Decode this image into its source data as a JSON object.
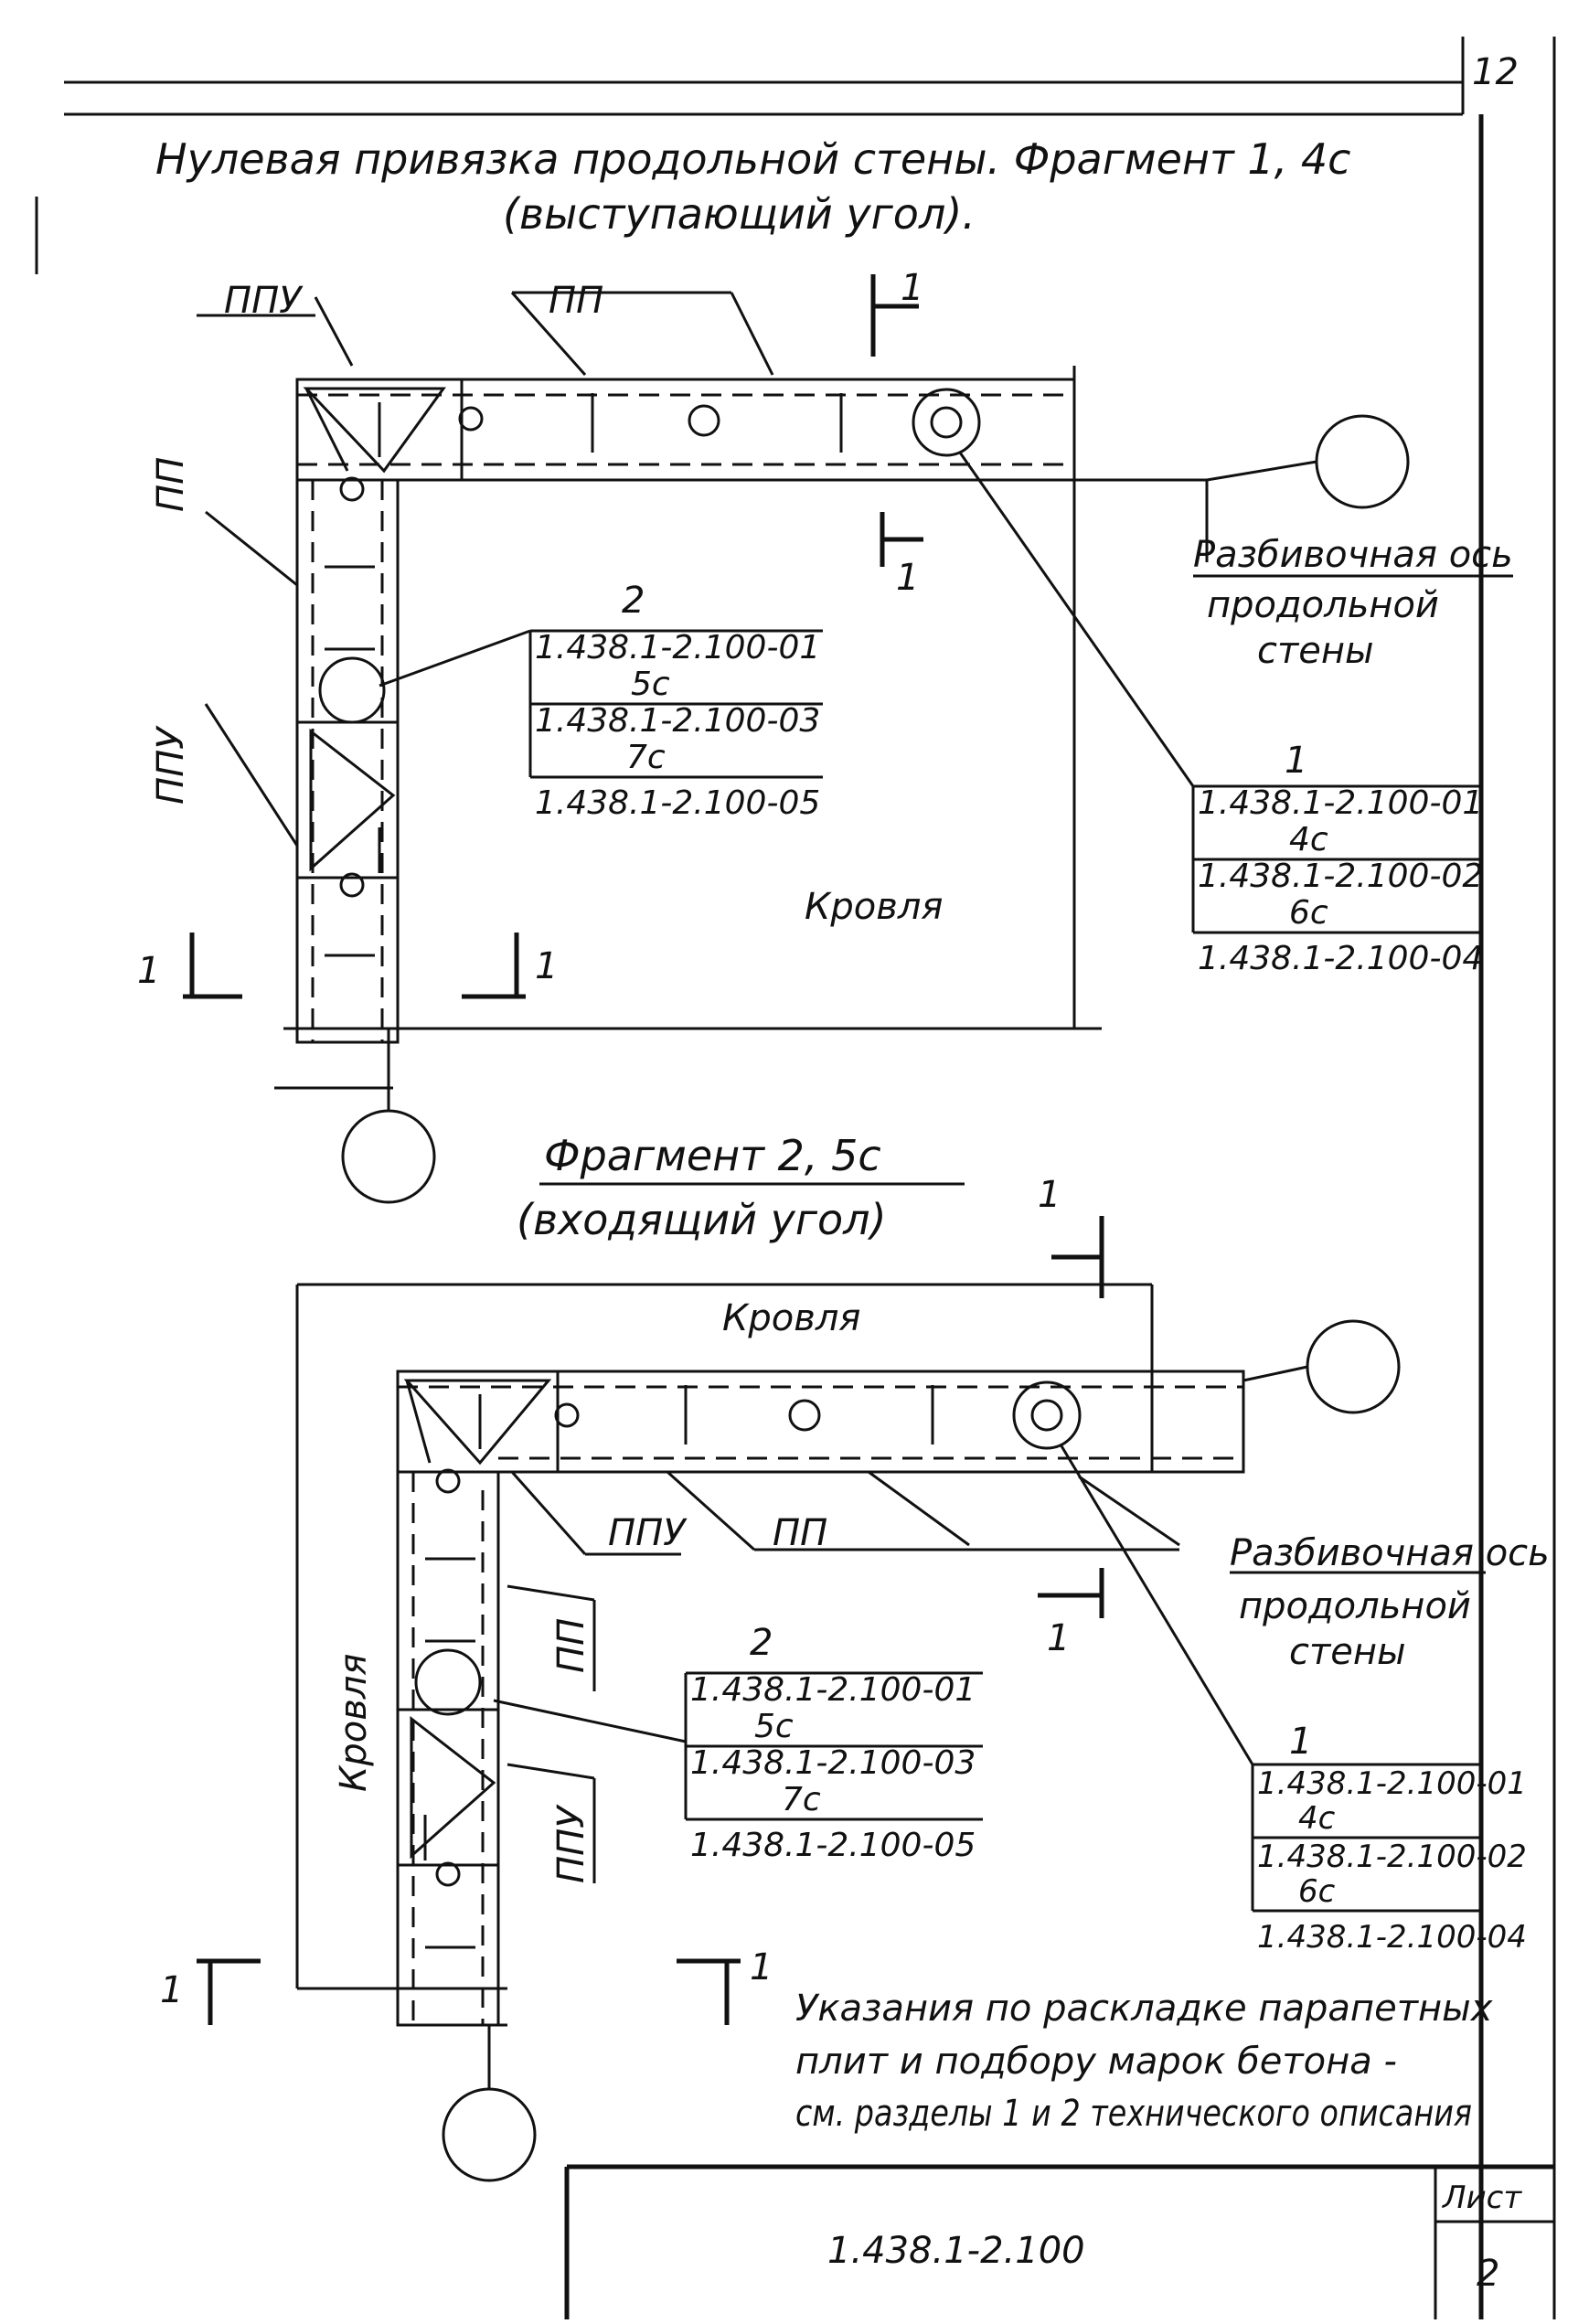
{
  "sheet": {
    "corner_number": "12",
    "title_line1": "Нулевая привязка продольной стены. Фрагмент 1, 4с",
    "title_line2": "(выступающий угол).",
    "list_label": "Лист",
    "list_number": "2",
    "doc_code": "1.438.1-2.100"
  },
  "fragment1": {
    "label_ppu_top": "ППУ",
    "label_pp_top": "ПП",
    "label_pp_left": "ПП",
    "label_ppu_left": "ППУ",
    "section_mark": "1",
    "axis_label_line1": "Разбивочная ось",
    "axis_label_line2": "продольной",
    "axis_label_line3": "стены",
    "roof_label": "Кровля",
    "callout_left": {
      "number": "2",
      "rows": [
        "1.438.1-2.100-01",
        "5с",
        "1.438.1-2.100-03",
        "7с",
        "1.438.1-2.100-05"
      ]
    },
    "callout_right": {
      "number": "1",
      "rows": [
        "1.438.1-2.100-01",
        "4с",
        "1.438.1-2.100-02",
        "6с",
        "1.438.1-2.100-04"
      ]
    }
  },
  "fragment2": {
    "title_line1": "Фрагмент 2, 5с",
    "title_line2": "(входящий угол)",
    "roof_label_top": "Кровля",
    "roof_label_side": "Кровля",
    "label_ppu": "ППУ",
    "label_pp": "ПП",
    "label_pp_vert": "ПП",
    "label_ppu_vert": "ППУ",
    "section_mark": "1",
    "axis_label_line1": "Разбивочная ось",
    "axis_label_line2": "продольной",
    "axis_label_line3": "стены",
    "callout_left": {
      "number": "2",
      "rows": [
        "1.438.1-2.100-01",
        "5с",
        "1.438.1-2.100-03",
        "7с",
        "1.438.1-2.100-05"
      ]
    },
    "callout_right": {
      "number": "1",
      "rows": [
        "1.438.1-2.100-01",
        "4с",
        "1.438.1-2.100-02",
        "6с",
        "1.438.1-2.100-04"
      ]
    }
  },
  "note": {
    "line1": "Указания по раскладке парапетных",
    "line2": "плит и подбору марок бетона -",
    "line3": "см. разделы 1 и 2 технического описания"
  }
}
